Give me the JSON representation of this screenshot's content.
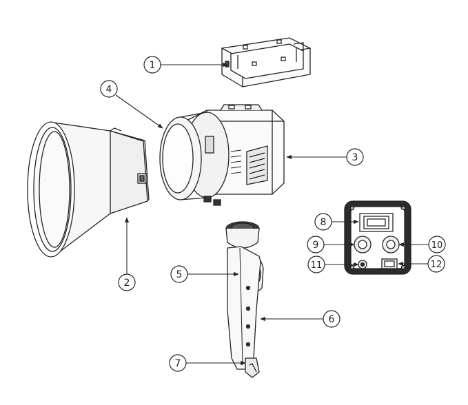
{
  "diagram": {
    "callouts": [
      {
        "id": "c1",
        "label": "1"
      },
      {
        "id": "c2",
        "label": "2"
      },
      {
        "id": "c3",
        "label": "3"
      },
      {
        "id": "c4",
        "label": "4"
      },
      {
        "id": "c5",
        "label": "5"
      },
      {
        "id": "c6",
        "label": "6"
      },
      {
        "id": "c7",
        "label": "7"
      },
      {
        "id": "c8",
        "label": "8"
      },
      {
        "id": "c9",
        "label": "9"
      },
      {
        "id": "c10",
        "label": "10"
      },
      {
        "id": "c11",
        "label": "11"
      },
      {
        "id": "c12",
        "label": "12"
      }
    ]
  },
  "colors": {
    "line": "#222222",
    "fill_light": "#f4f4f4",
    "fill_mid": "#d8d8d8",
    "fill_dark": "#3a3a3a"
  }
}
